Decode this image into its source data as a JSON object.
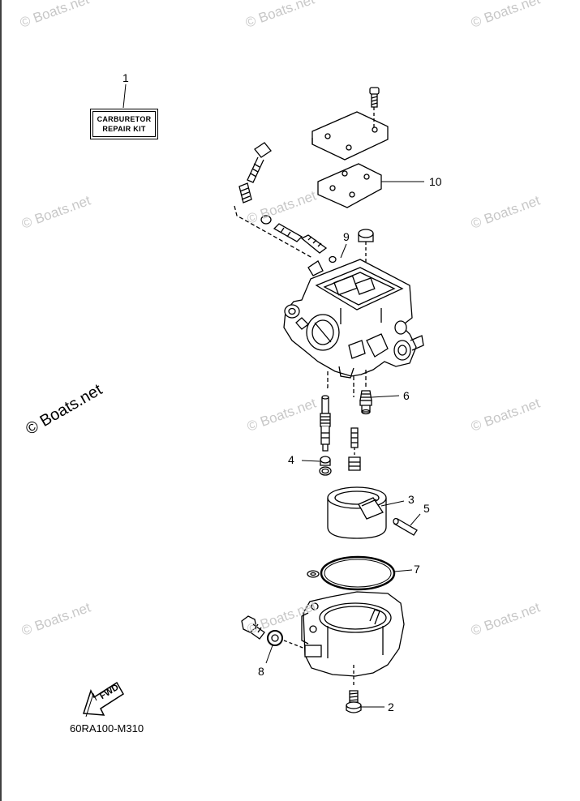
{
  "watermark": {
    "text": "© Boats.net",
    "color": "#c8c8c8"
  },
  "kit_label": {
    "line1": "CARBURETOR",
    "line2": "REPAIR KIT"
  },
  "callouts": {
    "c1": "1",
    "c2": "2",
    "c3": "3",
    "c4": "4",
    "c5": "5",
    "c6": "6",
    "c7": "7",
    "c8": "8",
    "c9": "9",
    "c10": "10"
  },
  "fwd_label": "FWD",
  "figure_code": "60RA100-M310"
}
